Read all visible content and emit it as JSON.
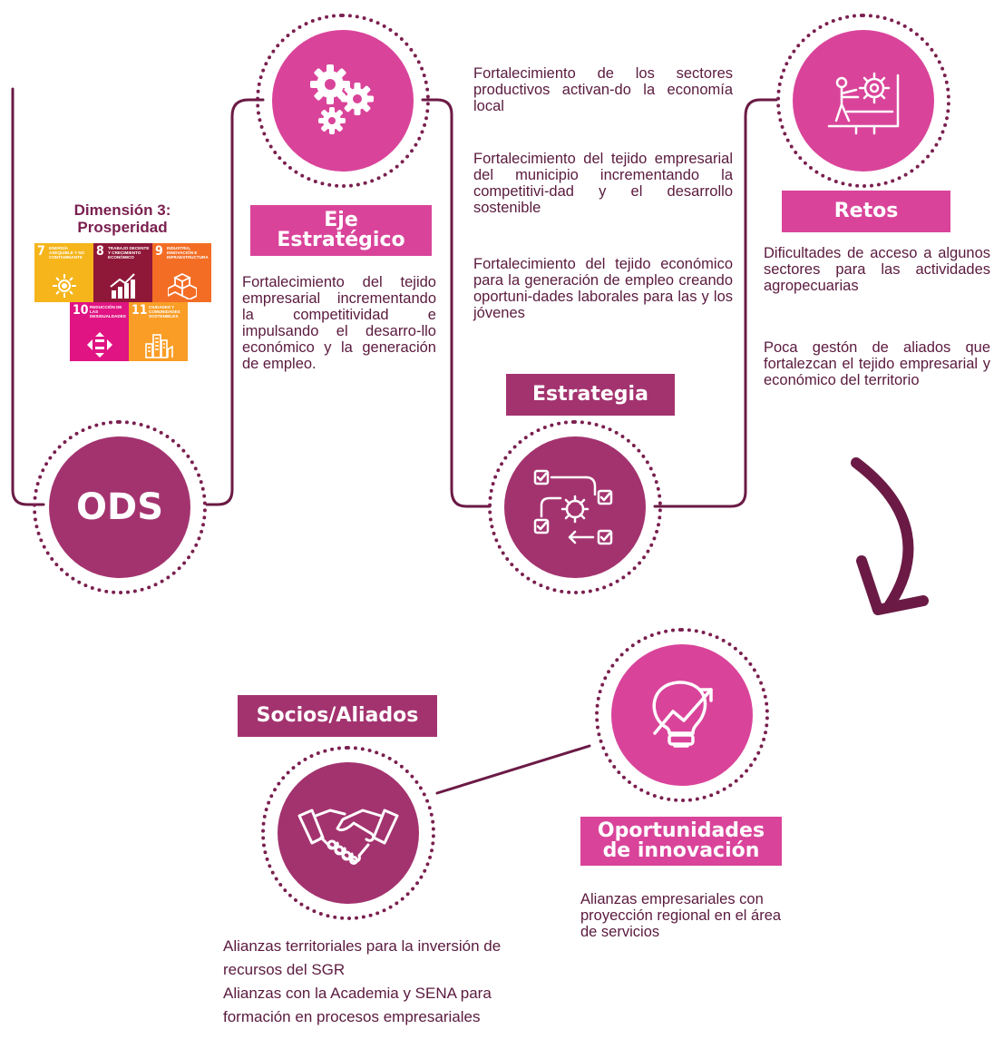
{
  "ods": {
    "label": "ODS",
    "dimension_title": "Dimensión 3:\nProsperidad",
    "goals": [
      {
        "number": "7",
        "title": "Energía asequible y no contaminante",
        "color": "#f5b51b",
        "icon": "sun-icon"
      },
      {
        "number": "8",
        "title": "Trabajo decente y crecimiento económico",
        "color": "#8f1838",
        "icon": "growth-chart-icon"
      },
      {
        "number": "9",
        "title": "Industria, innovación e infraestructura",
        "color": "#f36d25",
        "icon": "cubes-icon"
      },
      {
        "number": "10",
        "title": "Reducción de las desigualdades",
        "color": "#e01483",
        "icon": "equality-arrows-icon"
      },
      {
        "number": "11",
        "title": "Ciudades y comunidades sostenibles",
        "color": "#f99d26",
        "icon": "city-icon"
      }
    ]
  },
  "eje": {
    "label": "Eje\nEstratégico",
    "icon": "gears-icon",
    "text": "Fortalecimiento del tejido empresarial incrementando la competitividad e impulsando el desarro-llo económico y la generación de empleo."
  },
  "estrategia": {
    "label": "Estrategia",
    "icon": "workflow-gear-icon",
    "items": [
      "Fortalecimiento de los sectores productivos activan-do la economía local",
      "Fortalecimiento del tejido empresarial del municipio incrementando la competitivi-dad y el desarrollo sostenible",
      "Fortalecimiento del tejido económico para la generación de empleo creando oportuni-dades laborales para las y los jóvenes"
    ]
  },
  "retos": {
    "label": "Retos",
    "icon": "person-pushing-gear-icon",
    "items": [
      "Dificultades de acceso a algunos sectores para las actividades agropecuarias",
      "Poca gestón de aliados que fortalezcan el tejido empresarial y económico del territorio"
    ]
  },
  "oportunidades": {
    "label": "Oportunidades\nde innovación",
    "icon": "lightbulb-growth-icon",
    "text": "Alianzas empresariales con proyección regional en el área de servicios"
  },
  "socios": {
    "label": "Socios/Aliados",
    "icon": "handshake-icon",
    "text": "Alianzas territoriales para la inversión de recursos del  SGR\nAlianzas con la Academia y SENA para formación en procesos empresariales"
  },
  "colors": {
    "line": "#6b1a45",
    "pink": "#d9449a",
    "plum": "#a3336f",
    "text": "#5a1a3e"
  }
}
